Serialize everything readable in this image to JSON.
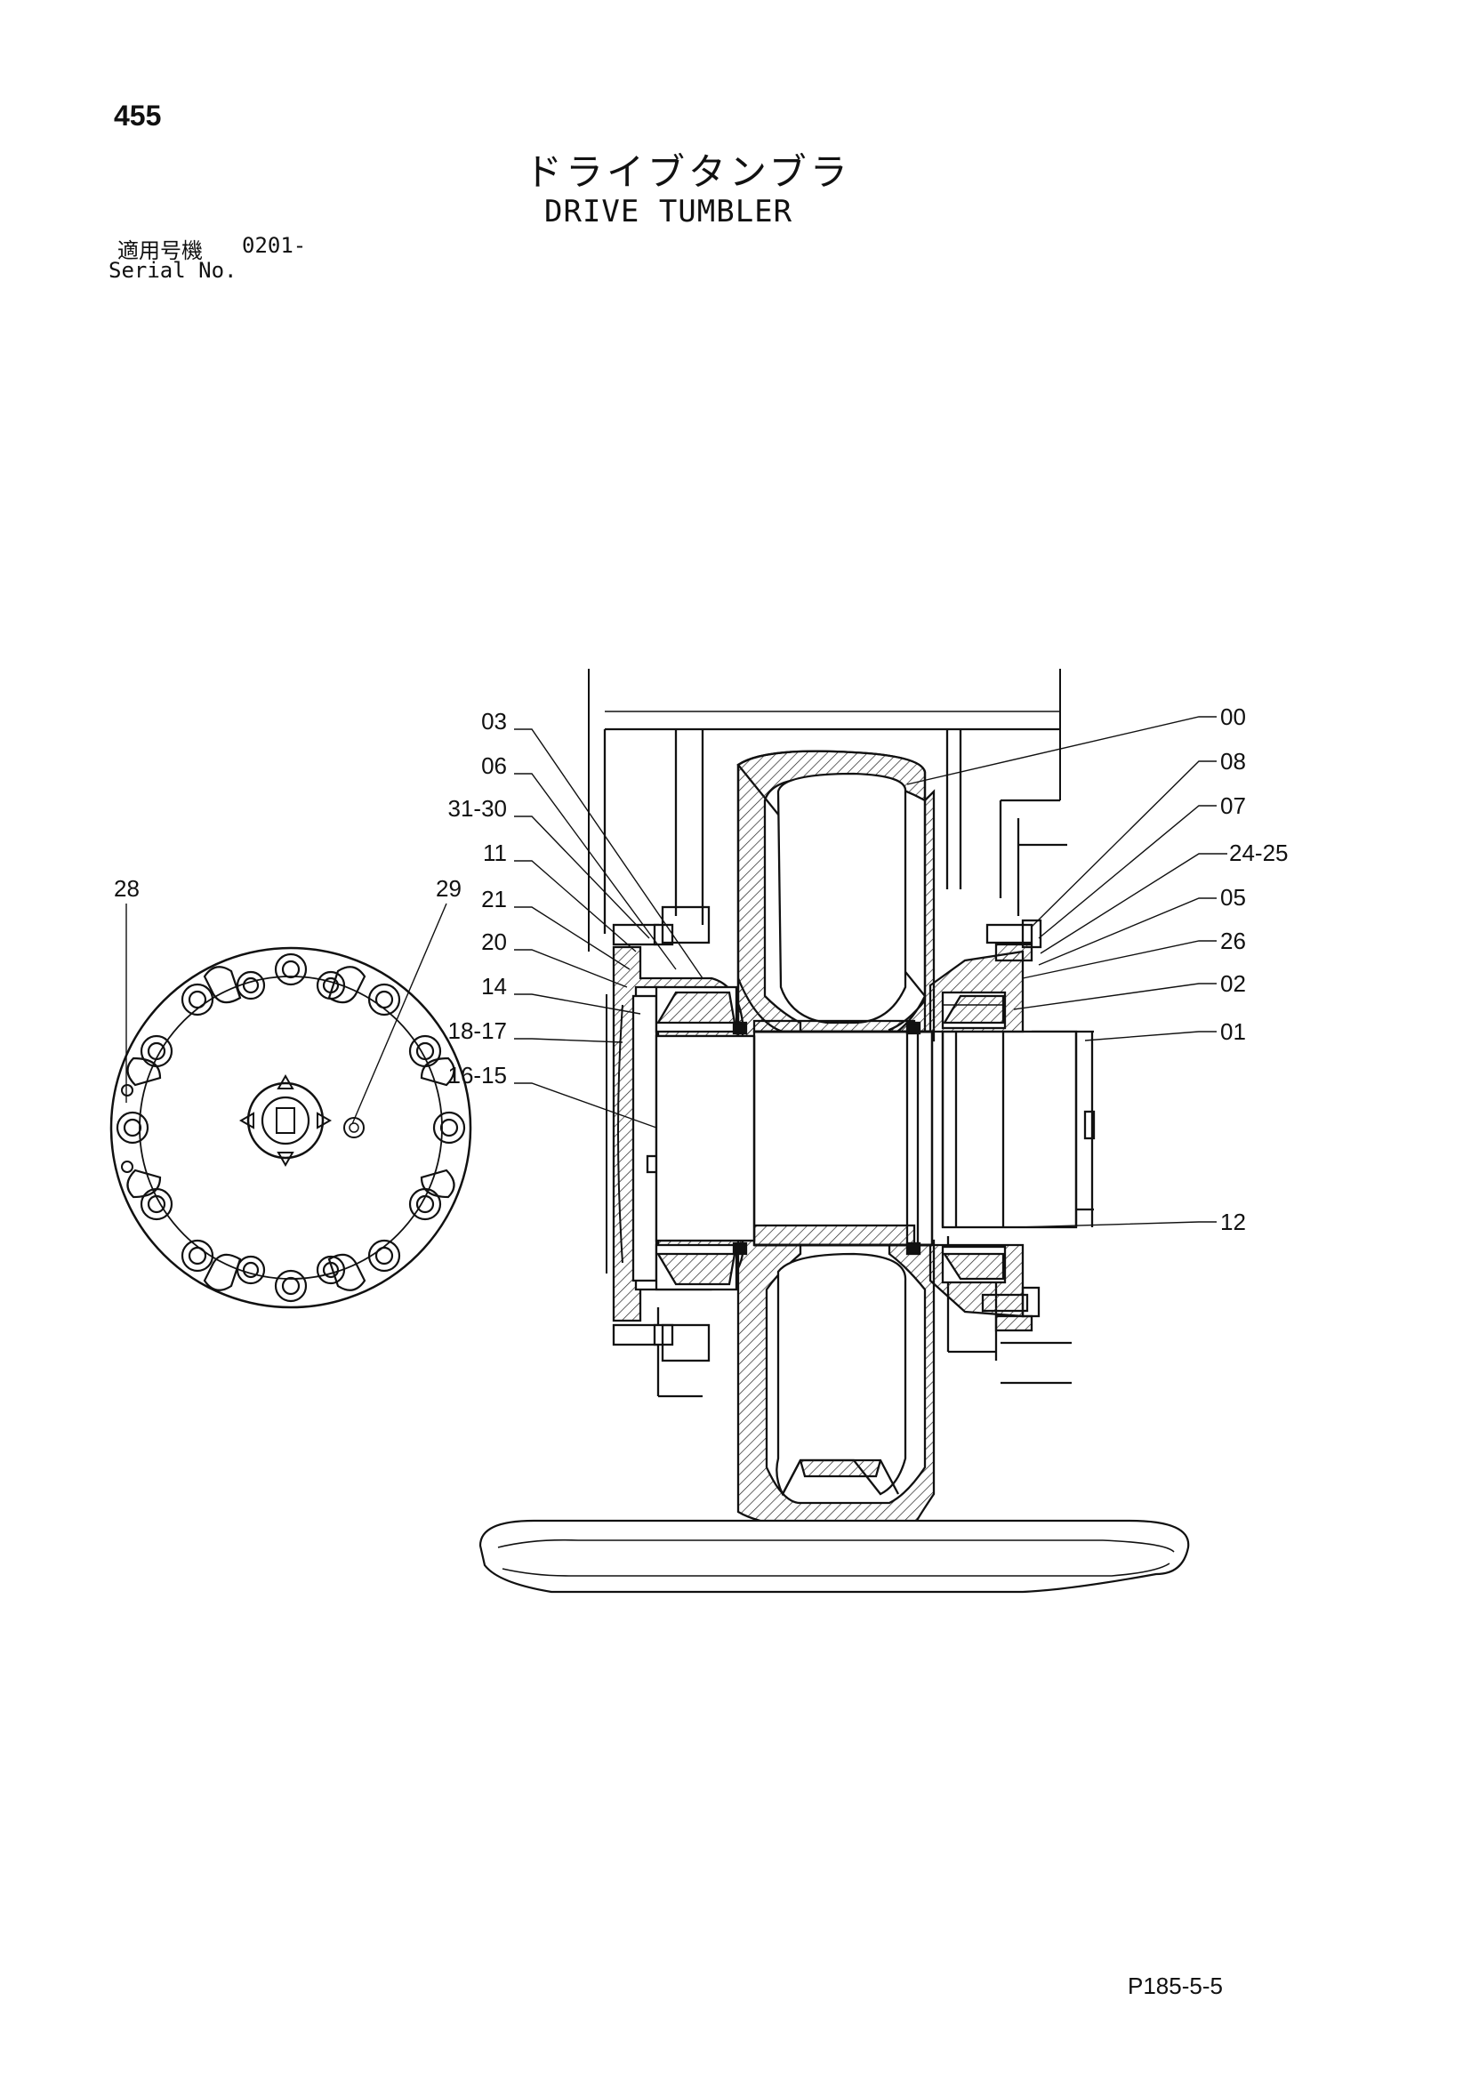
{
  "header": {
    "page_number": "455",
    "title_ja": "ドライブタンブラ",
    "title_en": "DRIVE TUMBLER",
    "serial_label_ja": "適用号機",
    "serial_range": "0201-",
    "serial_label_en": "Serial No."
  },
  "footer": {
    "drawing_code": "P185-5-5"
  },
  "callouts": {
    "c00": "00",
    "c08": "08",
    "c07": "07",
    "c2425": "24-25",
    "c05": "05",
    "c26": "26",
    "c02": "02",
    "c01": "01",
    "c12": "12",
    "c03": "03",
    "c06": "06",
    "c3130": "31-30",
    "c11": "11",
    "c21": "21",
    "c20": "20",
    "c14": "14",
    "c1817": "18-17",
    "c1615": "16-15",
    "c28": "28",
    "c29": "29"
  }
}
